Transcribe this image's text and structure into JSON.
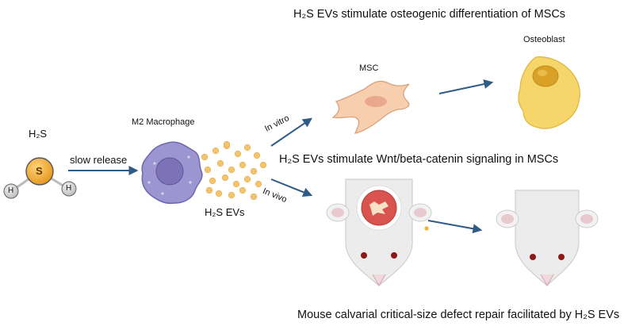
{
  "title_top": "H₂S EVs stimulate osteogenic differentiation of MSCs",
  "title_middle": "H₂S EVs stimulate Wnt/beta-catenin signaling in MSCs",
  "caption_bottom": "Mouse calvarial critical-size defect repair facilitated by H₂S EVs",
  "molecule": {
    "label": "H₂S",
    "center_atom": "S",
    "left_atom": "H",
    "right_atom": "H"
  },
  "arrow_slow_release": "slow release",
  "macrophage_label": "M2 Macrophage",
  "evs_label": "H₂S EVs",
  "in_vitro_label": "In vitro",
  "in_vivo_label": "In vivo",
  "msc_label": "MSC",
  "osteoblast_label": "Osteoblast",
  "colors": {
    "arrow": "#2f5b87",
    "sulfur": "#f0a830",
    "hydrogen": "#d9d9d9",
    "macrophage": "#9b95d2",
    "nucleus": "#7d72b8",
    "ev": "#f2c46d",
    "msc": "#f7cfae",
    "osteoblast": "#f6d66a",
    "defect": "#d9544e"
  }
}
